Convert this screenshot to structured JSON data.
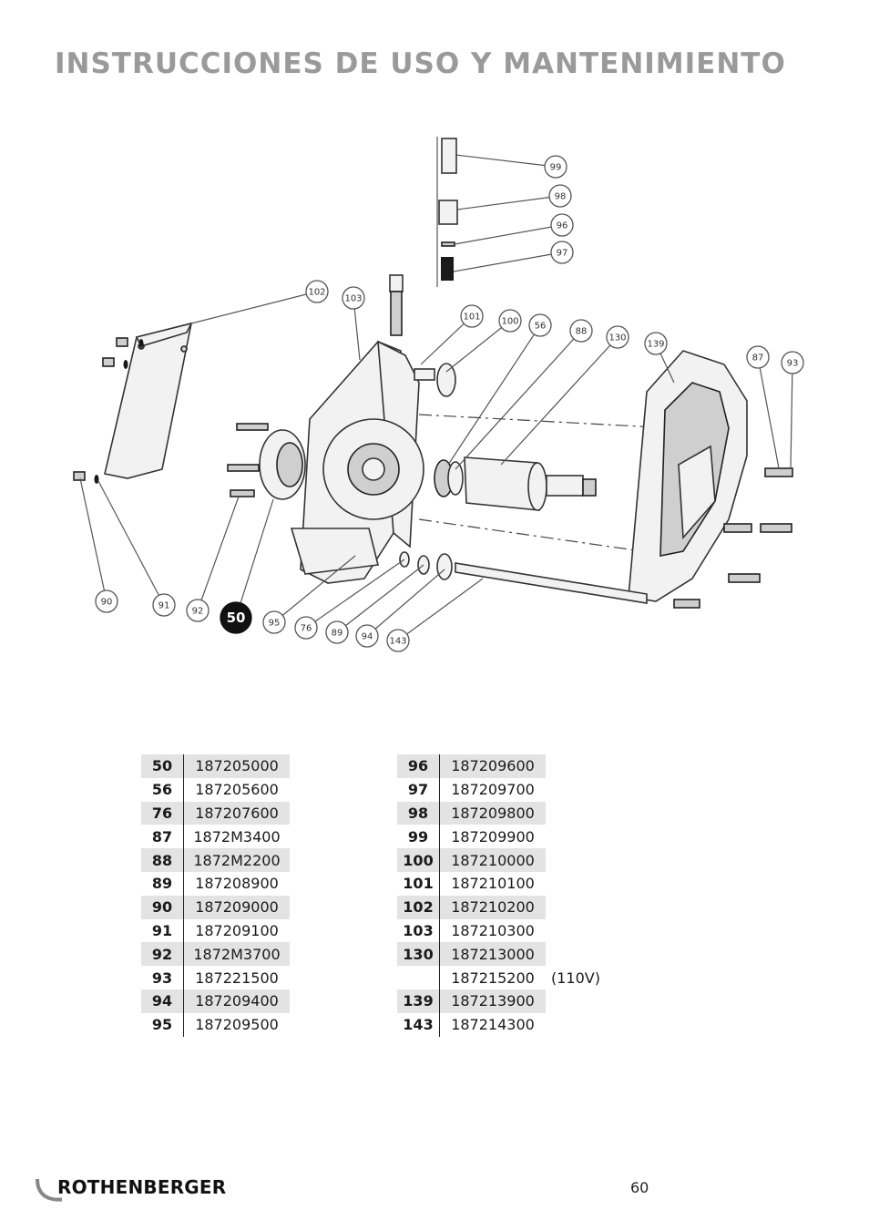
{
  "header": {
    "title": "INSTRUCCIONES DE USO Y MANTENIMIENTO"
  },
  "diagram": {
    "callouts": [
      "99",
      "98",
      "96",
      "97",
      "102",
      "103",
      "101",
      "100",
      "56",
      "88",
      "130",
      "139",
      "87",
      "93",
      "90",
      "91",
      "92",
      "50",
      "95",
      "76",
      "89",
      "94",
      "143"
    ]
  },
  "parts_left": [
    {
      "num": "50",
      "code": "187205000"
    },
    {
      "num": "56",
      "code": "187205600"
    },
    {
      "num": "76",
      "code": "187207600"
    },
    {
      "num": "87",
      "code": "1872M3400"
    },
    {
      "num": "88",
      "code": "1872M2200"
    },
    {
      "num": "89",
      "code": "187208900"
    },
    {
      "num": "90",
      "code": "187209000"
    },
    {
      "num": "91",
      "code": "187209100"
    },
    {
      "num": "92",
      "code": "1872M3700"
    },
    {
      "num": "93",
      "code": "187221500"
    },
    {
      "num": "94",
      "code": "187209400"
    },
    {
      "num": "95",
      "code": "187209500"
    }
  ],
  "parts_right": [
    {
      "num": "96",
      "code": "187209600",
      "note": ""
    },
    {
      "num": "97",
      "code": "187209700",
      "note": ""
    },
    {
      "num": "98",
      "code": "187209800",
      "note": ""
    },
    {
      "num": "99",
      "code": "187209900",
      "note": ""
    },
    {
      "num": "100",
      "code": "187210000",
      "note": ""
    },
    {
      "num": "101",
      "code": "187210100",
      "note": ""
    },
    {
      "num": "102",
      "code": "187210200",
      "note": ""
    },
    {
      "num": "103",
      "code": "187210300",
      "note": ""
    },
    {
      "num": "130",
      "code": "187213000",
      "note": ""
    },
    {
      "num": "",
      "code": "187215200",
      "note": "(110V)"
    },
    {
      "num": "139",
      "code": "187213900",
      "note": ""
    },
    {
      "num": "143",
      "code": "187214300",
      "note": ""
    }
  ],
  "footer": {
    "brand": "ROTHENBERGER",
    "page_number": "60"
  }
}
